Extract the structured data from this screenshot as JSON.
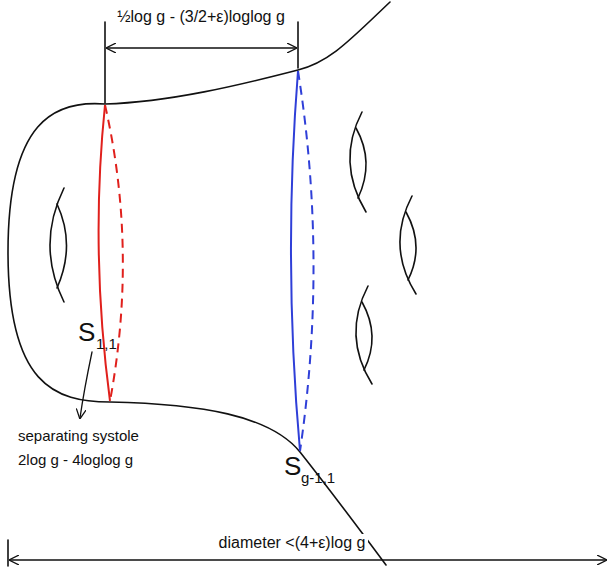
{
  "diagram": {
    "labels": [
      "½log g - (3/2+ε)loglog g",
      "S",
      "1,1",
      "separating systole",
      "2log g - 4loglog g",
      "S",
      "g-1,1",
      "diameter <(4+ε)log g"
    ]
  }
}
